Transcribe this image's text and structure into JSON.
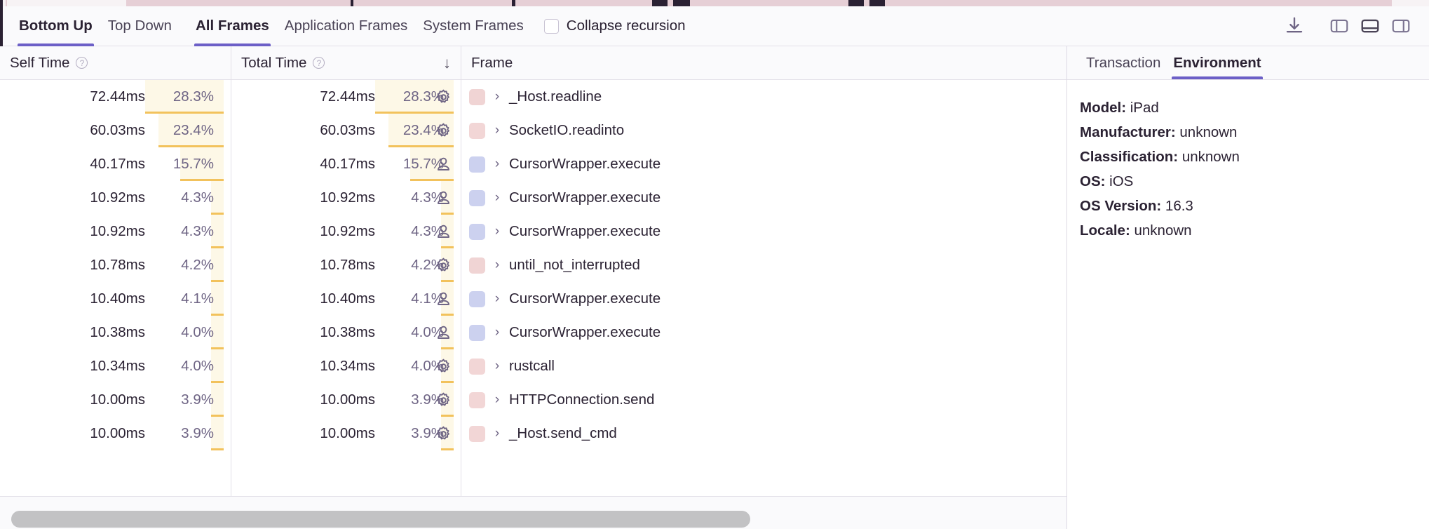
{
  "toolbar": {
    "tabs": [
      {
        "label": "Bottom Up",
        "active": true
      },
      {
        "label": "Top Down",
        "active": false
      },
      {
        "label": "All Frames",
        "active": true
      },
      {
        "label": "Application Frames",
        "active": false
      },
      {
        "label": "System Frames",
        "active": false
      }
    ],
    "collapse_recursion_label": "Collapse recursion",
    "collapse_recursion_checked": false,
    "icons": [
      "download-icon",
      "left-panel-icon",
      "bottom-panel-icon",
      "right-panel-icon"
    ]
  },
  "table": {
    "columns": [
      {
        "label": "Self Time",
        "help": "?",
        "sorted": false
      },
      {
        "label": "Total Time",
        "help": "?",
        "sorted": true,
        "sort_direction": "↓"
      },
      {
        "label": "Frame",
        "help": "",
        "sorted": false
      }
    ],
    "rows": [
      {
        "self_time": "72.44ms",
        "self_pct": "28.3%",
        "self_pct_value": 28.3,
        "total_time": "72.44ms",
        "total_pct": "28.3%",
        "total_pct_value": 28.3,
        "type": "system",
        "type_icon": "gear-icon",
        "swatch_color": "#f0d4d4",
        "frame": "_Host.readline"
      },
      {
        "self_time": "60.03ms",
        "self_pct": "23.4%",
        "self_pct_value": 23.4,
        "total_time": "60.03ms",
        "total_pct": "23.4%",
        "total_pct_value": 23.4,
        "type": "system",
        "type_icon": "gear-icon",
        "swatch_color": "#f2d6d6",
        "frame": "SocketIO.readinto"
      },
      {
        "self_time": "40.17ms",
        "self_pct": "15.7%",
        "self_pct_value": 15.7,
        "total_time": "40.17ms",
        "total_pct": "15.7%",
        "total_pct_value": 15.7,
        "type": "application",
        "type_icon": "person-icon",
        "swatch_color": "#ccd1ef",
        "frame": "CursorWrapper.execute"
      },
      {
        "self_time": "10.92ms",
        "self_pct": "4.3%",
        "self_pct_value": 4.3,
        "total_time": "10.92ms",
        "total_pct": "4.3%",
        "total_pct_value": 4.3,
        "type": "application",
        "type_icon": "person-icon",
        "swatch_color": "#ccd1ef",
        "frame": "CursorWrapper.execute"
      },
      {
        "self_time": "10.92ms",
        "self_pct": "4.3%",
        "self_pct_value": 4.3,
        "total_time": "10.92ms",
        "total_pct": "4.3%",
        "total_pct_value": 4.3,
        "type": "application",
        "type_icon": "person-icon",
        "swatch_color": "#ccd1ef",
        "frame": "CursorWrapper.execute"
      },
      {
        "self_time": "10.78ms",
        "self_pct": "4.2%",
        "self_pct_value": 4.2,
        "total_time": "10.78ms",
        "total_pct": "4.2%",
        "total_pct_value": 4.2,
        "type": "system",
        "type_icon": "gear-icon",
        "swatch_color": "#f0d4d4",
        "frame": "until_not_interrupted"
      },
      {
        "self_time": "10.40ms",
        "self_pct": "4.1%",
        "self_pct_value": 4.1,
        "total_time": "10.40ms",
        "total_pct": "4.1%",
        "total_pct_value": 4.1,
        "type": "application",
        "type_icon": "person-icon",
        "swatch_color": "#ccd1ef",
        "frame": "CursorWrapper.execute"
      },
      {
        "self_time": "10.38ms",
        "self_pct": "4.0%",
        "self_pct_value": 4.0,
        "total_time": "10.38ms",
        "total_pct": "4.0%",
        "total_pct_value": 4.0,
        "type": "application",
        "type_icon": "person-icon",
        "swatch_color": "#ccd1ef",
        "frame": "CursorWrapper.execute"
      },
      {
        "self_time": "10.34ms",
        "self_pct": "4.0%",
        "self_pct_value": 4.0,
        "total_time": "10.34ms",
        "total_pct": "4.0%",
        "total_pct_value": 4.0,
        "type": "system",
        "type_icon": "gear-icon",
        "swatch_color": "#f2d6d6",
        "frame": "rustcall"
      },
      {
        "self_time": "10.00ms",
        "self_pct": "3.9%",
        "self_pct_value": 3.9,
        "total_time": "10.00ms",
        "total_pct": "3.9%",
        "total_pct_value": 3.9,
        "type": "system",
        "type_icon": "gear-icon",
        "swatch_color": "#f2d6d6",
        "frame": "HTTPConnection.send"
      },
      {
        "self_time": "10.00ms",
        "self_pct": "3.9%",
        "self_pct_value": 3.9,
        "total_time": "10.00ms",
        "total_pct": "3.9%",
        "total_pct_value": 3.9,
        "type": "system",
        "type_icon": "gear-icon",
        "swatch_color": "#f2d6d6",
        "frame": "_Host.send_cmd"
      }
    ],
    "expand_chevron": "›"
  },
  "details_panel": {
    "tabs": [
      {
        "label": "Transaction",
        "active": false
      },
      {
        "label": "Environment",
        "active": true
      }
    ],
    "environment": [
      {
        "key": "Model:",
        "value": "iPad"
      },
      {
        "key": "Manufacturer:",
        "value": "unknown"
      },
      {
        "key": "Classification:",
        "value": "unknown"
      },
      {
        "key": "OS:",
        "value": "iOS"
      },
      {
        "key": "OS Version:",
        "value": "16.3"
      },
      {
        "key": "Locale:",
        "value": "unknown"
      }
    ]
  },
  "colors": {
    "accent": "#6c5fc7",
    "bar_fill": "#fdf8e7",
    "bar_border": "#f2c25c",
    "system_frame": "#f0d4d4",
    "application_frame": "#ccd1ef",
    "flame_strip": "#e6cfd6"
  },
  "scrollbar": {
    "thumb_fraction": 0.7
  }
}
